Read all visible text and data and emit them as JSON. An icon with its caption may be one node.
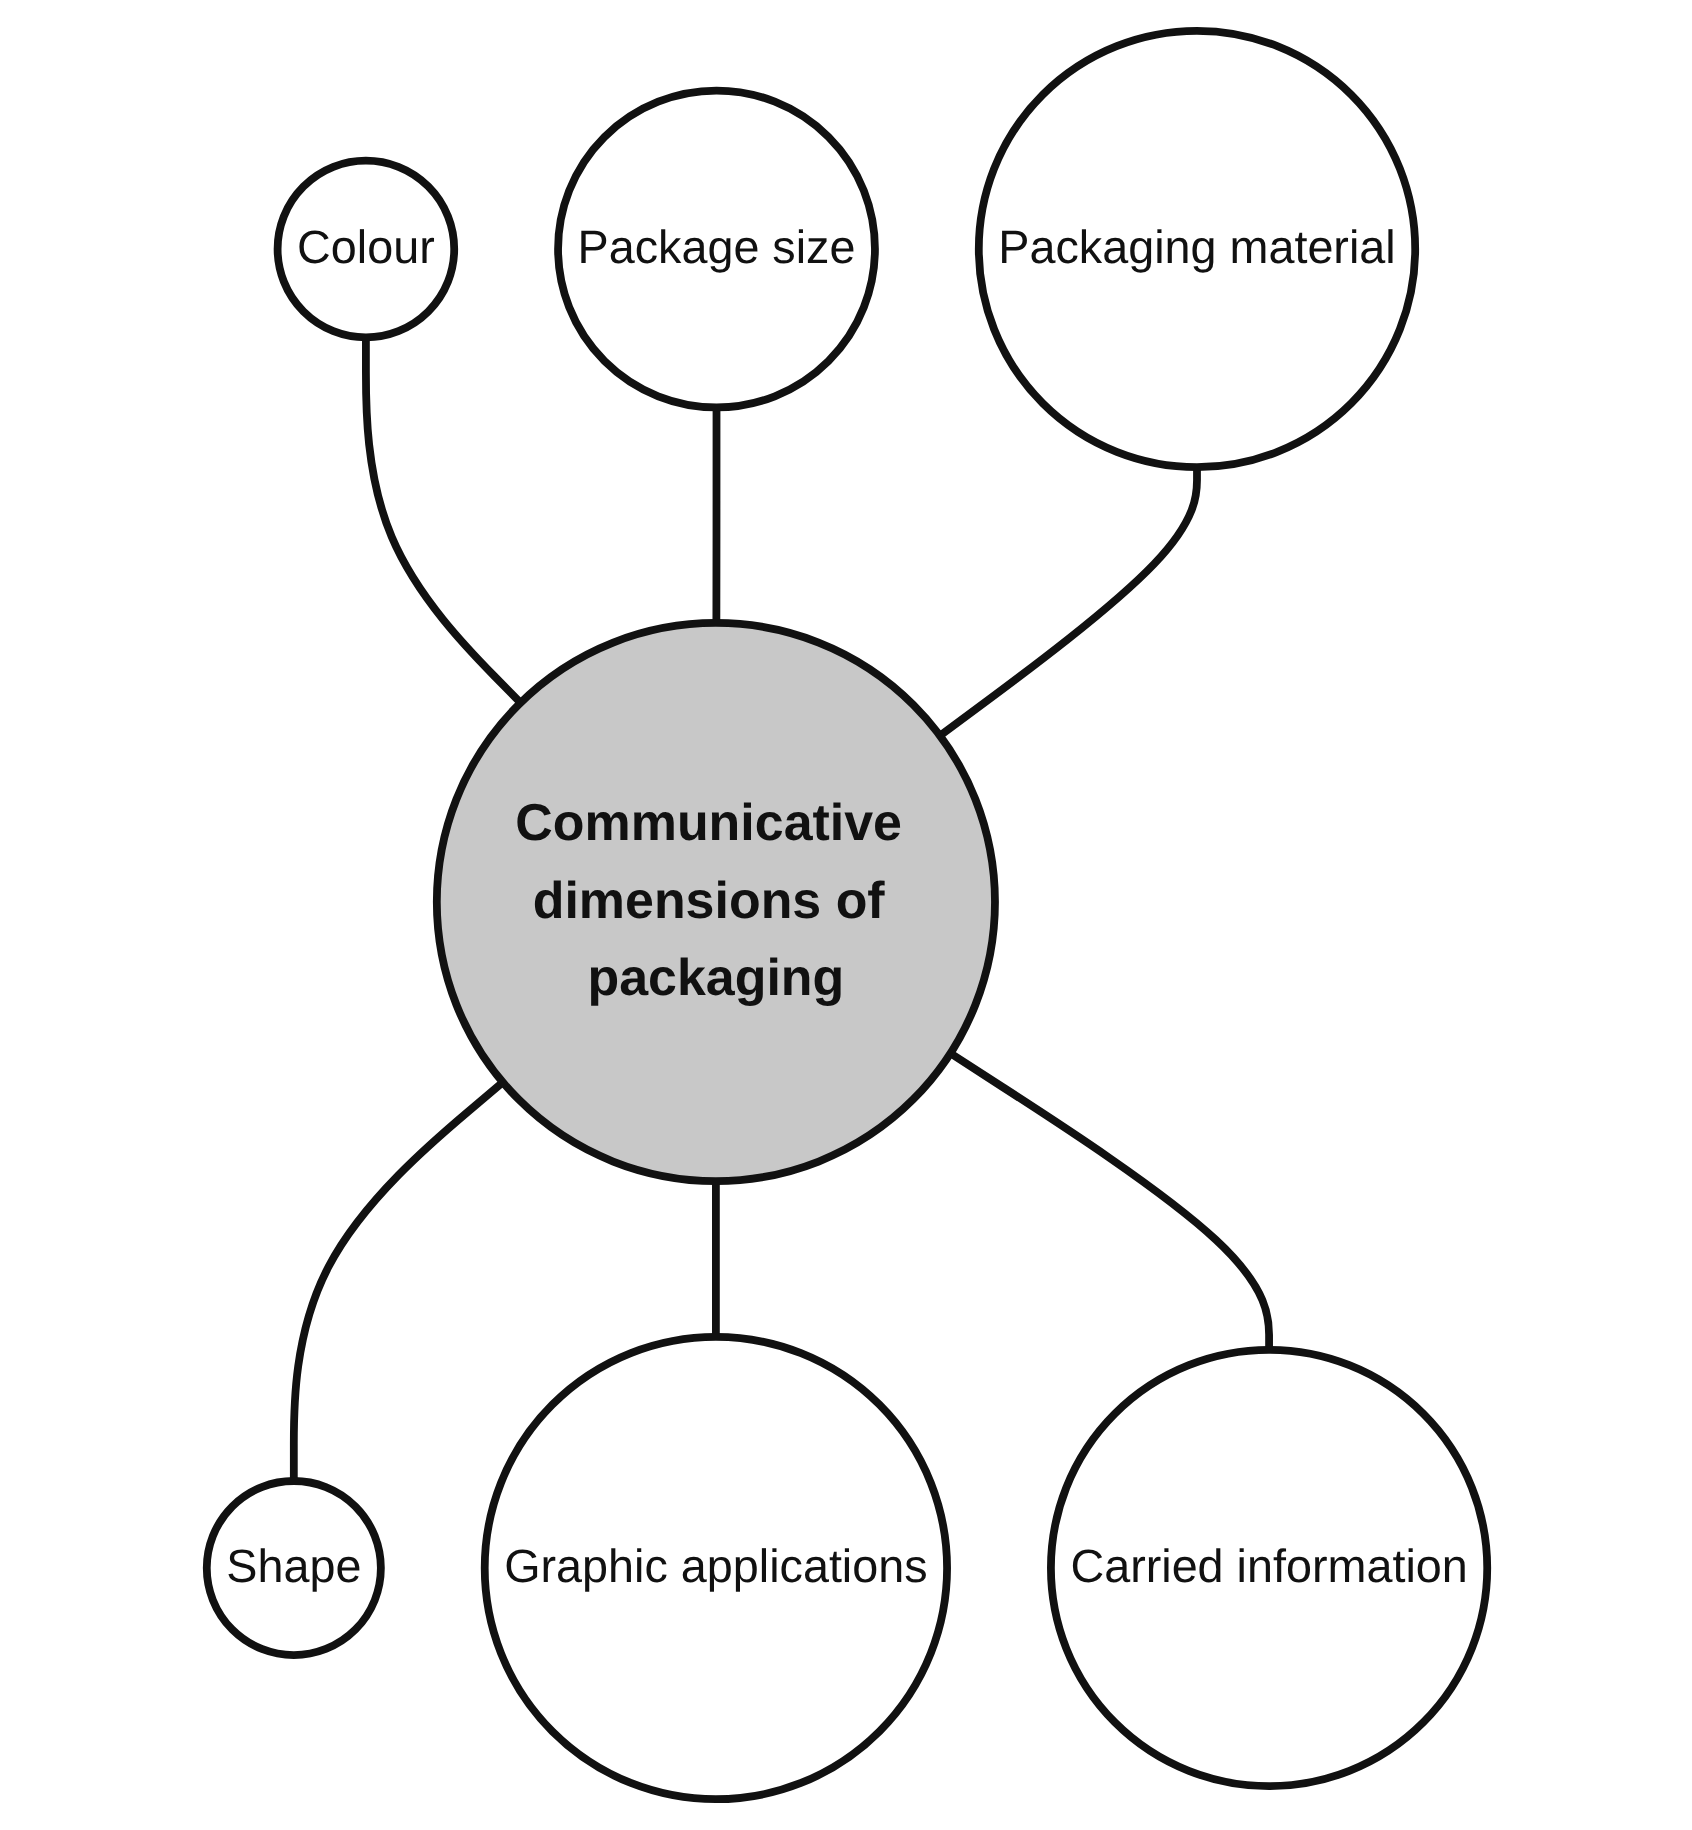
{
  "diagram": {
    "nodes": [
      {
        "text": [
          "Package size"
        ]
      },
      {
        "text": [
          "Colour"
        ]
      },
      {
        "text": [
          "Packaging material"
        ]
      },
      {
        "text": [
          "Communicative dimensions of packaging"
        ]
      },
      {
        "text": [
          "Shape"
        ]
      },
      {
        "text": [
          "Carried information"
        ]
      },
      {
        "text": [
          "Graphic applications"
        ]
      }
    ],
    "edges": [
      {
        "from": 1,
        "to": 3,
        "arrow": "none"
      },
      {
        "from": 0,
        "to": 3,
        "arrow": "none"
      },
      {
        "from": 2,
        "to": 3,
        "arrow": "none"
      },
      {
        "from": 3,
        "to": 4,
        "arrow": "none"
      },
      {
        "from": 3,
        "to": 6,
        "arrow": "none"
      },
      {
        "from": 3,
        "to": 5,
        "arrow": "none"
      }
    ]
  }
}
